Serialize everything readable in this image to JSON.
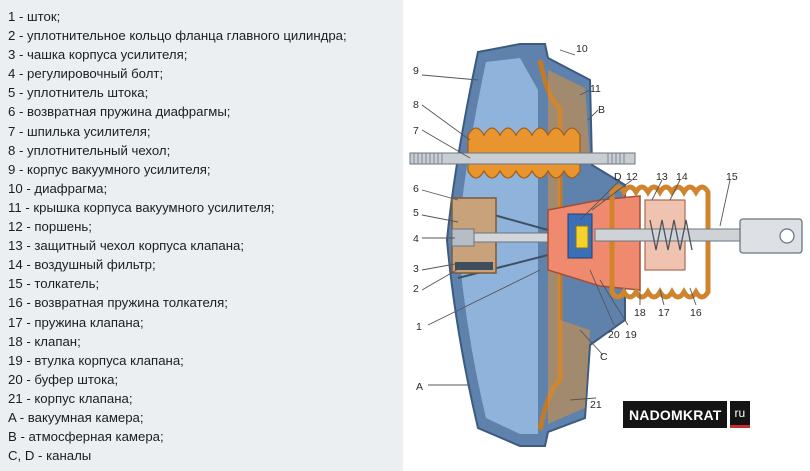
{
  "legend": [
    "1 - шток;",
    "2 - уплотнительное кольцо фланца главного цилиндра;",
    "3 - чашка корпуса усилителя;",
    "4 - регулировочный болт;",
    "5 - уплотнитель штока;",
    "6 - возвратная пружина диафрагмы;",
    "7 - шпилька усилителя;",
    "8 - уплотнительный чехол;",
    "9 - корпус вакуумного усилителя;",
    "10 - диафрагма;",
    "11 - крышка корпуса вакуумного усилителя;",
    "12 - поршень;",
    "13 - защитный чехол корпуса клапана;",
    "14 - воздушный фильтр;",
    "15 - толкатель;",
    "16 - возвратная пружина толкателя;",
    "17 - пружина клапана;",
    "18 - клапан;",
    "19 - втулка корпуса клапана;",
    "20 - буфер штока;",
    "21 - корпус клапана;",
    "A - вакуумная камера;",
    "B - атмосферная камера;",
    "C, D - каналы"
  ],
  "callouts": {
    "n1": "1",
    "n2": "2",
    "n3": "3",
    "n4": "4",
    "n5": "5",
    "n6": "6",
    "n7": "7",
    "n8": "8",
    "n9": "9",
    "n10": "10",
    "n11": "11",
    "n12": "12",
    "n13": "13",
    "n14": "14",
    "n15": "15",
    "n16": "16",
    "n17": "17",
    "n18": "18",
    "n19": "19",
    "n20": "20",
    "n21": "21",
    "a": "A",
    "b": "B",
    "c": "C",
    "d": "D"
  },
  "watermark": {
    "name": "NADOMKRAT",
    "domain": "ru"
  },
  "colors": {
    "panel": "#eceff2",
    "housing": "#6f8fb6",
    "chamber": "#8fb0d6",
    "bellows": "#e08a2d",
    "piston": "#f08a70",
    "watermark_accent": "#c62d2d"
  }
}
